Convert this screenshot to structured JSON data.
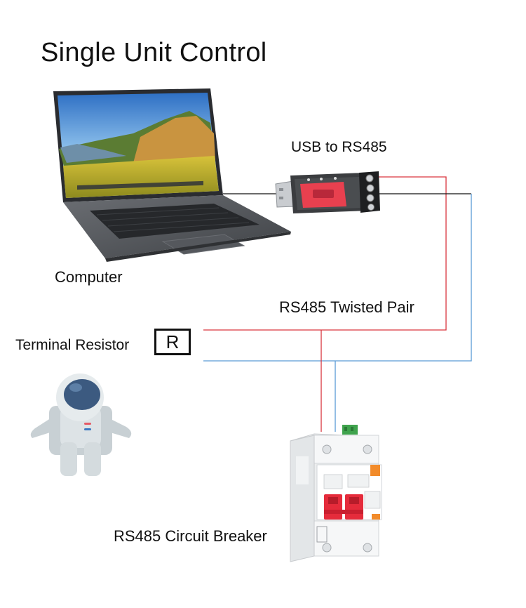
{
  "title": "Single Unit Control",
  "labels": {
    "usb_to_rs485": "USB to RS485",
    "computer": "Computer",
    "twisted_pair": "RS485 Twisted Pair",
    "terminal_resistor": "Terminal Resistor",
    "resistor_symbol": "R",
    "circuit_breaker": "RS485 Circuit Breaker"
  },
  "colors": {
    "wire_red": "#d9363e",
    "wire_blue": "#5b9bd5",
    "wire_black": "#111111",
    "adapter_red": "#e8404f",
    "terminal_green": "#3fa34d",
    "breaker_red": "#e52b3b",
    "breaker_orange": "#f28b2a"
  },
  "icons": [
    "laptop-icon",
    "usb-adapter-icon",
    "astronaut-icon",
    "circuit-breaker-icon"
  ]
}
